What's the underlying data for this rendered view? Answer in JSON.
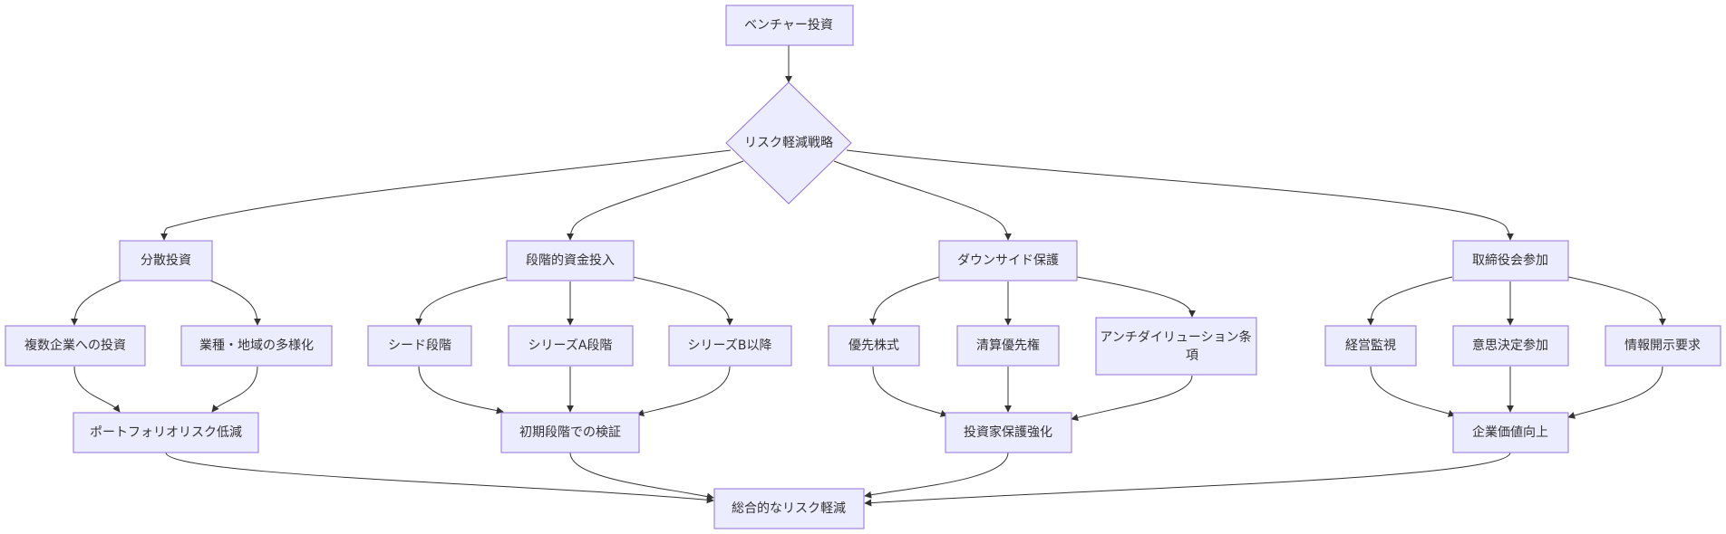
{
  "diagram": {
    "nodes": {
      "venture": "ベンチャー投資",
      "strategy": "リスク軽減戦略",
      "diversify": "分散投資",
      "staged": "段階的資金投入",
      "downside": "ダウンサイド保護",
      "board": "取締役会参加",
      "multi_company": "複数企業への投資",
      "industry_region": "業種・地域の多様化",
      "seed": "シード段階",
      "series_a": "シリーズA段階",
      "series_b": "シリーズB以降",
      "preferred": "優先株式",
      "liquidation": "清算優先権",
      "antidilution_1": "アンチダイリューション条",
      "antidilution_2": "項",
      "monitoring": "経営監視",
      "decision": "意思決定参加",
      "disclosure": "情報開示要求",
      "portfolio_risk": "ポートフォリオリスク低減",
      "early_verify": "初期段階での検証",
      "investor_protect": "投資家保護強化",
      "value_up": "企業価値向上",
      "total": "総合的なリスク軽減"
    },
    "colors": {
      "node_fill": "#ECECFF",
      "node_stroke": "#9370DB",
      "edge": "#333333",
      "text": "#333333"
    },
    "node_shape_strategy": "diamond"
  }
}
